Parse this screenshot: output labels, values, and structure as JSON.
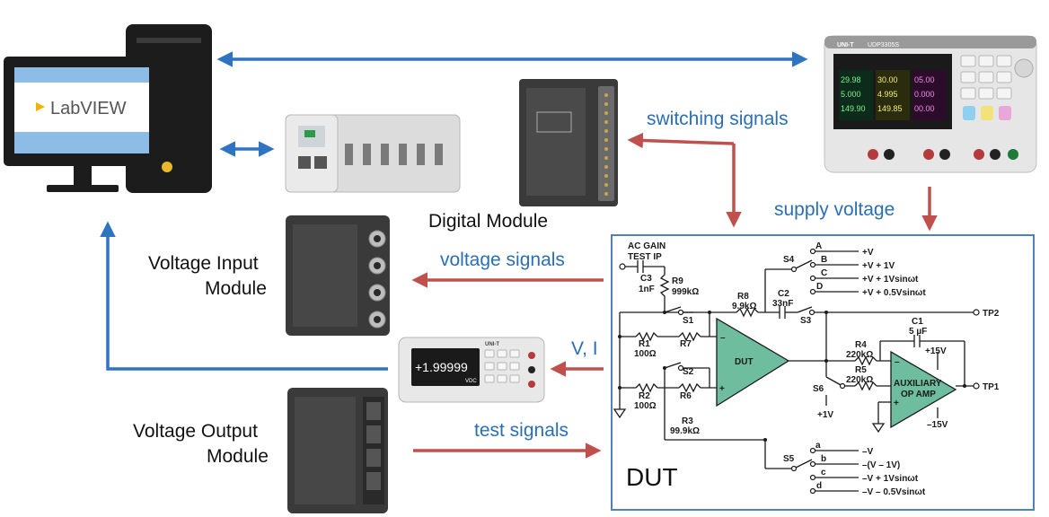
{
  "computer": {
    "screen_app": "LabVIEW"
  },
  "labels": {
    "digital_module": "Digital Module",
    "voltage_input_line1": "Voltage Input",
    "voltage_input_line2": "Module",
    "voltage_output_line1": "Voltage Output",
    "voltage_output_line2": "Module",
    "switching_signals": "switching signals",
    "supply_voltage": "supply voltage",
    "voltage_signals": "voltage signals",
    "v_i": "V, I",
    "test_signals": "test signals",
    "dut_box": "DUT"
  },
  "power_supply": {
    "brand": "UNI-T",
    "model": "UDP3305S",
    "readings": [
      "29.98",
      "30.00",
      "05.00",
      "5.000",
      "4.995",
      "0.000",
      "149.90",
      "149.85",
      "00.00"
    ]
  },
  "multimeter": {
    "brand": "UNI-T",
    "reading": "+1.99999",
    "unit": "VDC"
  },
  "schematic": {
    "ac_gain_line1": "AC GAIN",
    "ac_gain_line2": "TEST IP",
    "c3": "C3",
    "c3_val": "1nF",
    "r9": "R9",
    "r9_val": "999kΩ",
    "r8": "R8",
    "r8_val": "9.9kΩ",
    "c2": "C2",
    "c2_val": "33nF",
    "s1": "S1",
    "s2": "S2",
    "s3": "S3",
    "s4": "S4",
    "s5": "S5",
    "s6": "S6",
    "r1": "R1",
    "r1_val": "100Ω",
    "r2": "R2",
    "r2_val": "100Ω",
    "r3": "R3",
    "r3_val": "99.9kΩ",
    "r4": "R4",
    "r4_val": "220kΩ",
    "r5": "R5",
    "r5_val": "220kΩ",
    "r6": "R6",
    "r7": "R7",
    "c1": "C1",
    "c1_val": "5 µF",
    "dut": "DUT",
    "aux_line1": "AUXILIARY",
    "aux_line2": "OP AMP",
    "tp1": "TP1",
    "tp2": "TP2",
    "plus15": "+15V",
    "minus15": "–15V",
    "plus1": "+1V",
    "minus": "–",
    "plus": "+",
    "upper_switch": [
      {
        "pos": "A",
        "val": "+V"
      },
      {
        "pos": "B",
        "val": "+V + 1V"
      },
      {
        "pos": "C",
        "val": "+V + 1Vsinωt"
      },
      {
        "pos": "D",
        "val": "+V + 0.5Vsinωt"
      }
    ],
    "lower_switch": [
      {
        "pos": "a",
        "val": "–V"
      },
      {
        "pos": "b",
        "val": "–(V – 1V)"
      },
      {
        "pos": "c",
        "val": "–V + 1Vsinωt"
      },
      {
        "pos": "d",
        "val": "–V – 0.5Vsinωt"
      }
    ]
  },
  "colors": {
    "blue_arrow": "#2f74c0",
    "red_arrow": "#c0504d",
    "label_blue": "#2a6fb5",
    "opamp_fill": "#6dbd9e"
  }
}
